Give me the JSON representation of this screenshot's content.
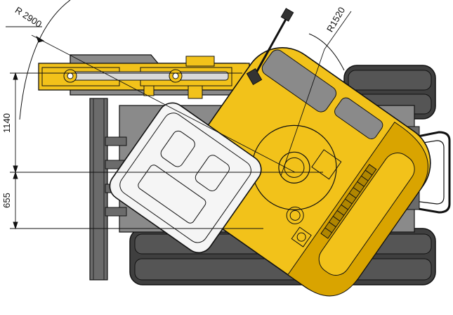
{
  "diagram": {
    "dimensions": {
      "radius_outer": "R 2900",
      "radius_tail": "R1520",
      "height_upper": "1140",
      "height_lower": "655"
    },
    "colors": {
      "body_yellow": "#f2c21a",
      "body_yellow_dark": "#d9a400",
      "track_dark": "#3f3f3f",
      "track_mid": "#6b6b6b",
      "frame_gray": "#8a8a8a",
      "cab_white": "#f5f5f5",
      "line": "#111111"
    }
  }
}
